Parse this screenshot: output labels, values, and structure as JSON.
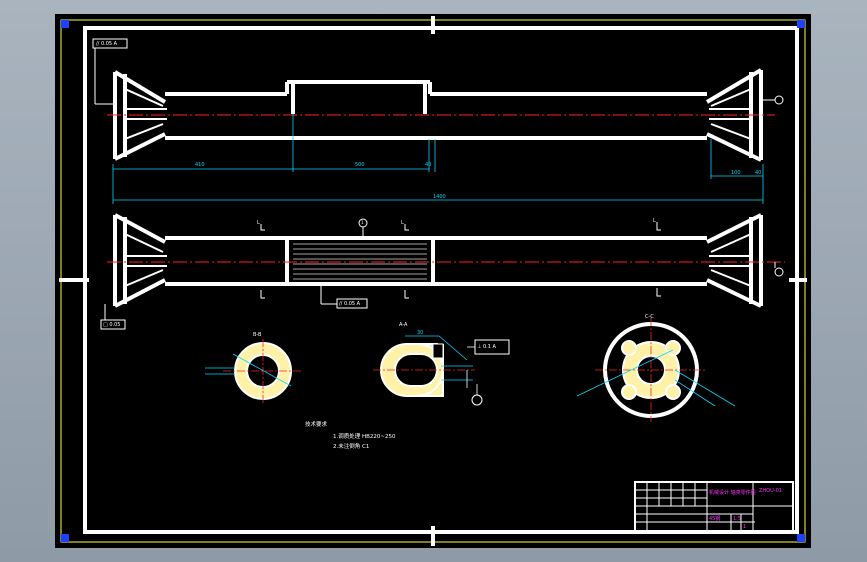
{
  "colors": {
    "background": "#000000",
    "frame": "#ffffff",
    "dimension": "#00d8ff",
    "centerline": "#ff2020",
    "hatch": "#fff2a8",
    "title_text": "#ff30ff",
    "outer_border": "#ffff40",
    "corner_marker": "#2040ff"
  },
  "drawing": {
    "top_view": {
      "tag": "// 0.05 A",
      "dims": {
        "left": "410",
        "middle": "500",
        "gap": "40",
        "right": "100",
        "right_gap": "40",
        "total": "1400"
      }
    },
    "bottom_view": {
      "section_mark": "1",
      "cut_marks": [
        "L",
        "L",
        "L",
        "L",
        "L",
        "L"
      ],
      "hatch_tag": "// 0.05 A",
      "box_tag": "□ 0.05"
    },
    "sections": {
      "a_label": "B-B",
      "b_label": "A-A",
      "c_label": "C-C",
      "b_top_dim": "30",
      "b_box_tag": "⊥ 0.1 A"
    },
    "notes": {
      "heading": "技术要求",
      "line1": "1.调质处理 HB220~250",
      "line2": "2.未注倒角 C1"
    },
    "title_block": {
      "main_title": "机械设计 轴类零件图",
      "drawing_no": "ZHOU-01",
      "material": "45钢",
      "scale": "1:5",
      "sheet": "1"
    }
  }
}
